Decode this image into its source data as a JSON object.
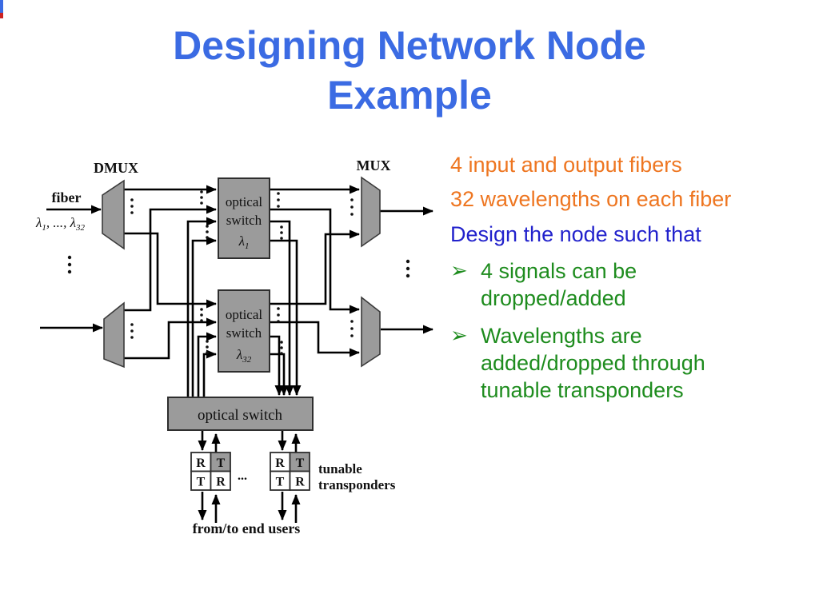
{
  "slide": {
    "title_line1": "Designing Network Node",
    "title_line2": "Example"
  },
  "notes": {
    "line1": "4 input and output fibers",
    "line2": "32 wavelengths on each fiber",
    "line3": "Design the node such that",
    "bullet_glyph": "➢",
    "bullets": [
      {
        "text": "4 signals can be dropped/added"
      },
      {
        "text": "Wavelengths are added/dropped through tunable transponders"
      }
    ],
    "colors": {
      "orange": "#ee7621",
      "blue": "#2222cc",
      "green": "#1e8c1e",
      "title_blue": "#3b6be3"
    }
  },
  "diagram": {
    "dmux_label": "DMUX",
    "mux_label": "MUX",
    "fiber_label": "fiber",
    "lambda": {
      "sym": "λ",
      "sub1": "1",
      "mid": ", ..., λ",
      "sub32": "32"
    },
    "switch1": {
      "line1": "optical",
      "line2": "switch",
      "sym": "λ",
      "sub": "1"
    },
    "switch2": {
      "line1": "optical",
      "line2": "switch",
      "sym": "λ",
      "sub": "32"
    },
    "bottom_switch_label": "optical switch",
    "transponder_cells": {
      "tl": "R",
      "tr": "T",
      "bl": "T",
      "br": "R"
    },
    "ellipsis": "...",
    "transponders_label_line1": "tunable",
    "transponders_label_line2": "transponders",
    "end_users_label": "from/to end users",
    "gray": "#9b9b9b"
  }
}
